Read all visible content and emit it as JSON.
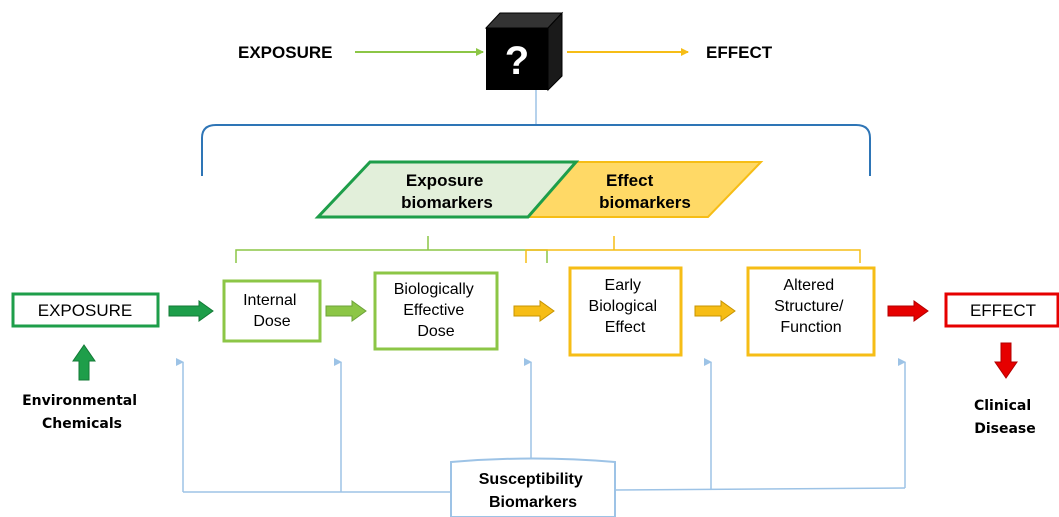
{
  "top": {
    "exposure_label": "EXPOSURE",
    "effect_label": "EFFECT",
    "black_box_symbol": "?"
  },
  "biomarker_categories": {
    "exposure": [
      "Exposure",
      "biomarkers"
    ],
    "effect": [
      "Effect",
      "biomarkers"
    ]
  },
  "pathway": {
    "exposure_box": "EXPOSURE",
    "internal_dose": [
      "Internal",
      "Dose"
    ],
    "effective_dose": [
      "Biologically",
      "Effective",
      "Dose"
    ],
    "early_effect": [
      "Early",
      "Biological",
      "Effect"
    ],
    "altered_structure": [
      "Altered",
      "Structure/",
      "Function"
    ],
    "effect_box": "EFFECT"
  },
  "side_labels": {
    "environmental": [
      "Environmental",
      "Chemicals"
    ],
    "clinical": [
      "Clinical",
      "Disease"
    ]
  },
  "susceptibility": [
    "Susceptibility",
    "Biomarkers"
  ],
  "colors": {
    "green_dark": "#1e9e4a",
    "green_light": "#8cc646",
    "green_fill": "#e2efda",
    "yellow": "#f6bd16",
    "yellow_fill": "#ffd966",
    "red": "#e60000",
    "blue_bracket": "#2e75b6",
    "light_blue": "#9dc3e6",
    "black": "#000000"
  },
  "icons": {
    "black_box": "cube-icon",
    "arrows": "block-arrow-icon"
  }
}
